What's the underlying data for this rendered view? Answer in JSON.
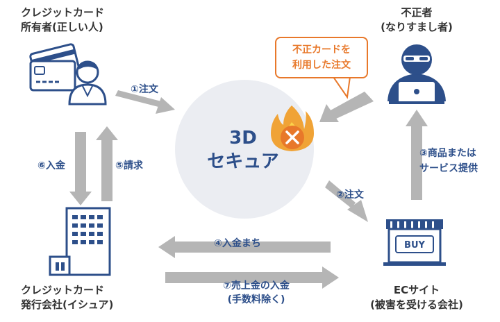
{
  "colors": {
    "navy": "#2d4f8a",
    "orange": "#e8782a",
    "gray_arrow": "#b5b5b5",
    "circle_fill": "#ebedf2"
  },
  "nodes": {
    "cardholder": {
      "line1": "クレジットカード",
      "line2": "所有者(正しい人)"
    },
    "fraudster": {
      "line1": "不正者",
      "line2": "(なりすまし者)"
    },
    "issuer": {
      "line1": "クレジットカード",
      "line2": "発行会社(イシュア)"
    },
    "ec_site": {
      "line1": "ECサイト",
      "line2": "(被害を受ける会社)"
    },
    "center": {
      "line1": "3D",
      "line2": "セキュア"
    }
  },
  "callout": {
    "line1": "不正カードを",
    "line2": "利用した注文"
  },
  "shop_sign": "BUY",
  "steps": {
    "s1": "①注文",
    "s2": "②注文",
    "s3_line1": "③商品または",
    "s3_line2": "サービス提供",
    "s4": "④入金まち",
    "s5": "⑤請求",
    "s6": "⑥入金",
    "s7_line1": "⑦売上金の入金",
    "s7_line2": "(手数料除く)"
  },
  "icons": [
    "person-with-card-icon",
    "hacker-icon",
    "building-icon",
    "shop-icon",
    "fire-icon",
    "x-mark-icon"
  ]
}
